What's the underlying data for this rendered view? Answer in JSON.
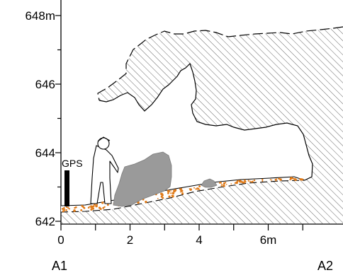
{
  "axes": {
    "y_ticks": [
      {
        "value": 642,
        "label": "642"
      },
      {
        "value": 644,
        "label": "644"
      },
      {
        "value": 646,
        "label": "646"
      },
      {
        "value": 648,
        "label": "648m"
      }
    ],
    "x_ticks": [
      {
        "value": 0,
        "label": "0"
      },
      {
        "value": 2,
        "label": "2"
      },
      {
        "value": 4,
        "label": "4"
      },
      {
        "value": 6,
        "label": "6m"
      }
    ]
  },
  "section_labels": {
    "start": "A1",
    "end": "A2"
  },
  "gps_label": "GPS",
  "colors": {
    "line": "#000000",
    "boulder": "#9a9a9a",
    "sediment_dots": "#e07b1a"
  }
}
